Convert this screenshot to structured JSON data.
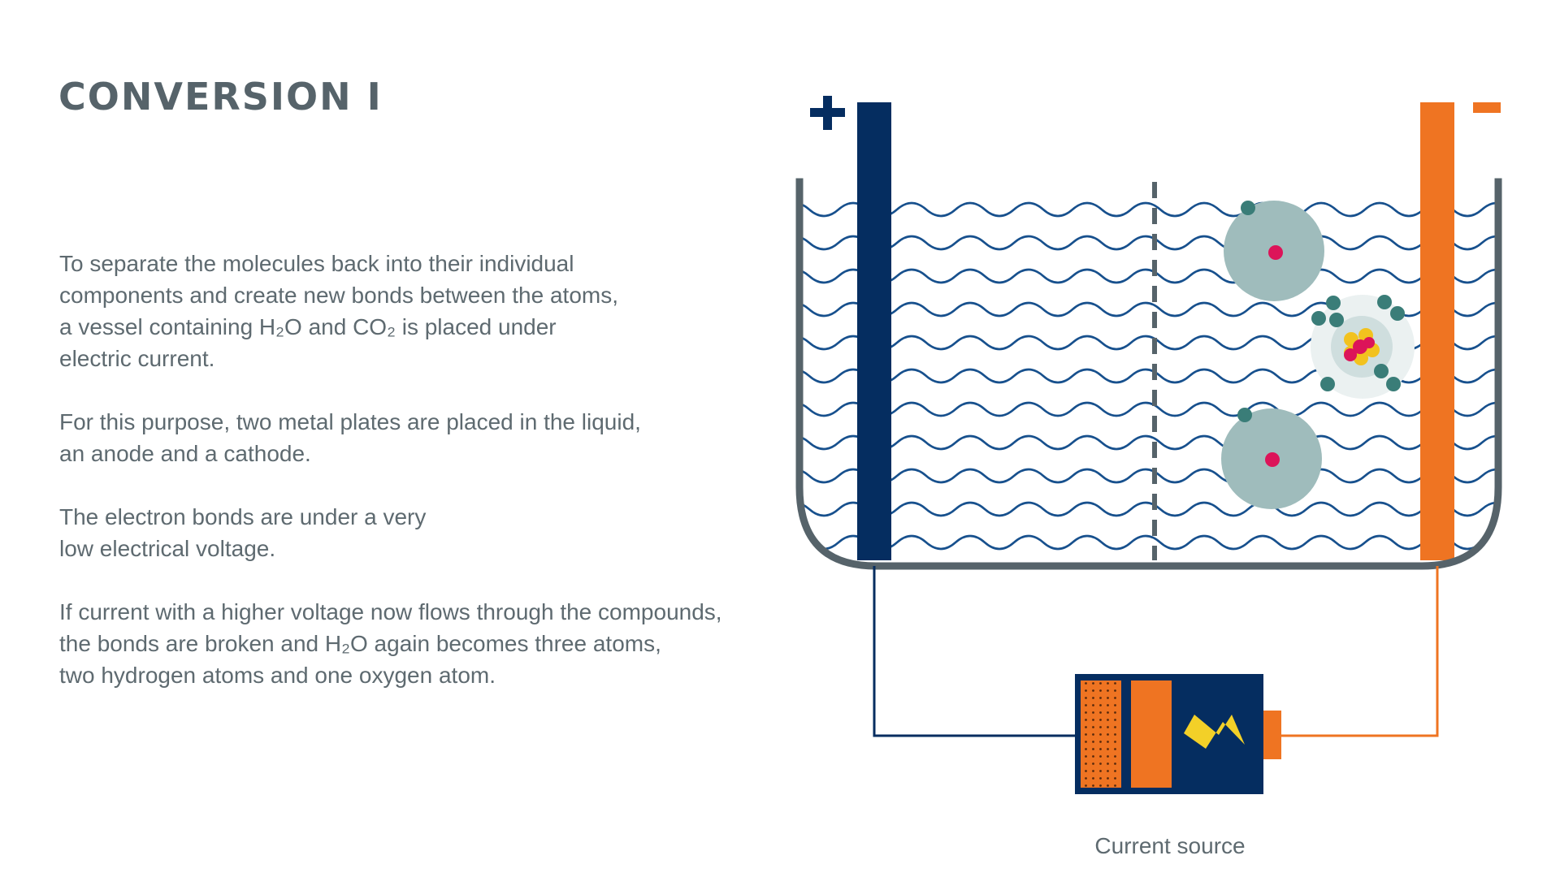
{
  "page": {
    "title": "CONVERSION I"
  },
  "paragraphs": [
    [
      "To separate the molecules back into their individual",
      "components and create new bonds between the atoms,",
      "a vessel containing H₂O and CO₂ is placed under",
      "electric current."
    ],
    [
      "For this purpose, two metal plates are placed in the liquid,",
      "an anode and a cathode."
    ],
    [
      "The electron bonds are under a very",
      "low electrical voltage."
    ],
    [
      "If current with a higher voltage now flows through the compounds,",
      "the bonds are broken and H₂O again becomes three atoms,",
      "two hydrogen atoms and one oxygen atom."
    ]
  ],
  "diagram": {
    "caption": "Current source",
    "icons": [
      "plus-icon",
      "minus-icon",
      "lightning-bolt-icon"
    ],
    "colors": {
      "text": "#5e6a70",
      "vessel": "#56636a",
      "anode": "#052d60",
      "cathode": "#ef7422",
      "waves": "#17508d",
      "atom_cloud": "#9fbcbc",
      "electron": "#3a7d78",
      "nucleus": "#dc1459",
      "molecule_core": "#f2c21e",
      "bolt": "#f3d028"
    }
  }
}
